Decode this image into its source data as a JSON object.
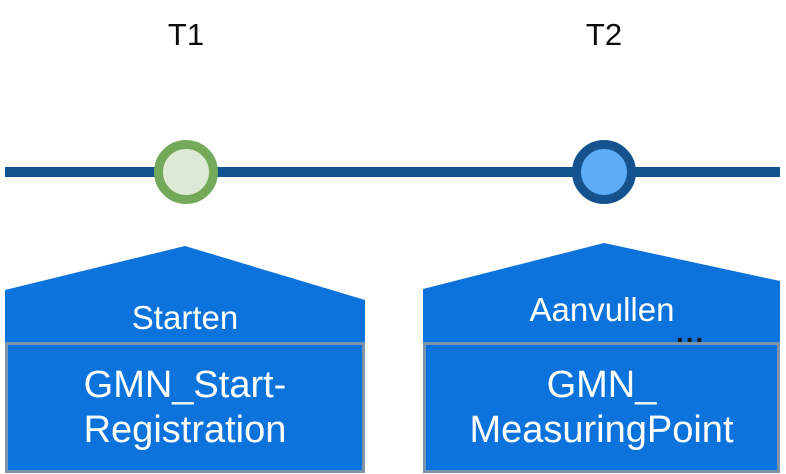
{
  "diagram": {
    "type": "timeline-process-diagram",
    "background_color": "#FFFFFF",
    "timeline": {
      "name": "timeline-axis",
      "color": "#10538F",
      "ticks": [
        {
          "id": "t1",
          "label": "T1",
          "label_color": "#0B0B0B",
          "marker": {
            "shape": "circle",
            "ring_color": "#74A95A",
            "fill_color": "#DCE9D4"
          }
        },
        {
          "id": "t2",
          "label": "T2",
          "label_color": "#0B0B0B",
          "marker": {
            "shape": "circle",
            "ring_color": "#14538E",
            "fill_color": "#5BACF5"
          }
        }
      ]
    },
    "processes": [
      {
        "id": "start",
        "action_label": "Starten",
        "entity_label": "GMN_Start-\nRegistration",
        "ellipsis": "",
        "shape_color": "#0D73DC",
        "border_color": "#7D93AC",
        "text_color": "#FFFFFF"
      },
      {
        "id": "supplement",
        "action_label": "Aanvullen",
        "entity_label": "GMN_\nMeasuringPoint",
        "ellipsis": "...",
        "shape_color": "#0D73DC",
        "border_color": "#7D93AC",
        "text_color": "#FFFFFF"
      }
    ]
  }
}
